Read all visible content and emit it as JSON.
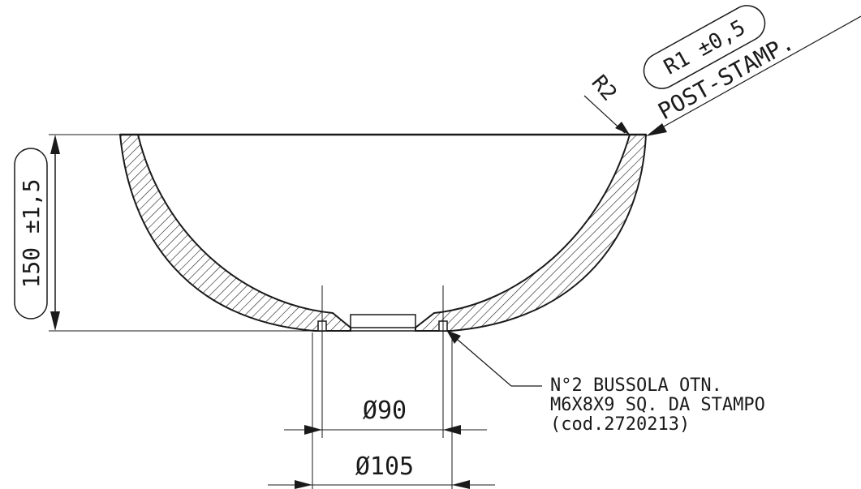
{
  "annotations": {
    "r1_tolerance": "R1 ±0,5",
    "post_stamp": "POST-STAMP.",
    "r2": "R2",
    "height_dim": "150 ±1,5",
    "note_line1": "N°2 BUSSOLA OTN.",
    "note_line2": "M6X8X9 SQ. DA STAMPO",
    "note_line3": "(cod.2720213)",
    "dia_inner": "Ø90",
    "dia_outer": "Ø105"
  }
}
